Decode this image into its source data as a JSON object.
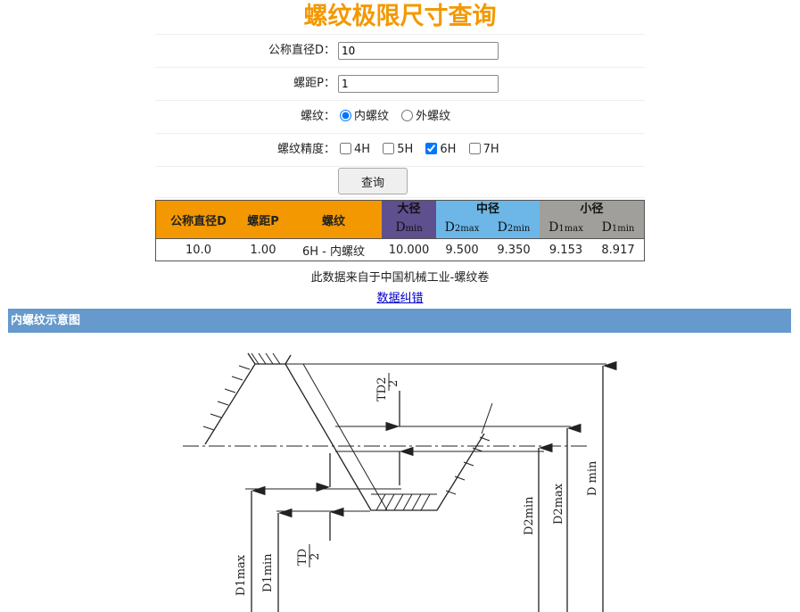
{
  "title": "螺纹极限尺寸查询",
  "form": {
    "diameter_label": "公称直径D：",
    "diameter_value": "10",
    "pitch_label": "螺距P：",
    "pitch_value": "1",
    "thread_label": "螺纹：",
    "thread_options": [
      "内螺纹",
      "外螺纹"
    ],
    "thread_selected": "内螺纹",
    "precision_label": "螺纹精度：",
    "precision_options": [
      "4H",
      "5H",
      "6H",
      "7H"
    ],
    "precision_checked": [
      "6H"
    ],
    "query_button": "查询"
  },
  "result": {
    "headers": {
      "diameter": "公称直径D",
      "pitch": "螺距P",
      "thread": "螺纹",
      "major": "大径",
      "middle": "中径",
      "minor": "小径",
      "major_min": "Dmin",
      "mid_max": "D2max",
      "mid_min": "D2min",
      "minor_max": "D1max",
      "minor_min": "D1min"
    },
    "row": {
      "diameter": "10.0",
      "pitch": "1.00",
      "thread": "6H - 内螺纹",
      "major_min": "10.000",
      "mid_max": "9.500",
      "mid_min": "9.350",
      "minor_max": "9.153",
      "minor_min": "8.917"
    },
    "colors": {
      "orange": "#f39800",
      "purple": "#5e4f8e",
      "blue": "#6cb7e8",
      "gray": "#a09f9b"
    }
  },
  "source_note": "此数据来自于中国机械工业-螺纹卷",
  "correction_link": "数据纠错",
  "section_title": "内螺纹示意图",
  "diagram_labels": {
    "td2": "TD2",
    "td2_den": "2",
    "td": "TD",
    "td_den": "2",
    "d2min": "D2min",
    "d2max": "D2max",
    "dmin": "D min",
    "d1max": "D1max",
    "d1min": "D1min"
  }
}
